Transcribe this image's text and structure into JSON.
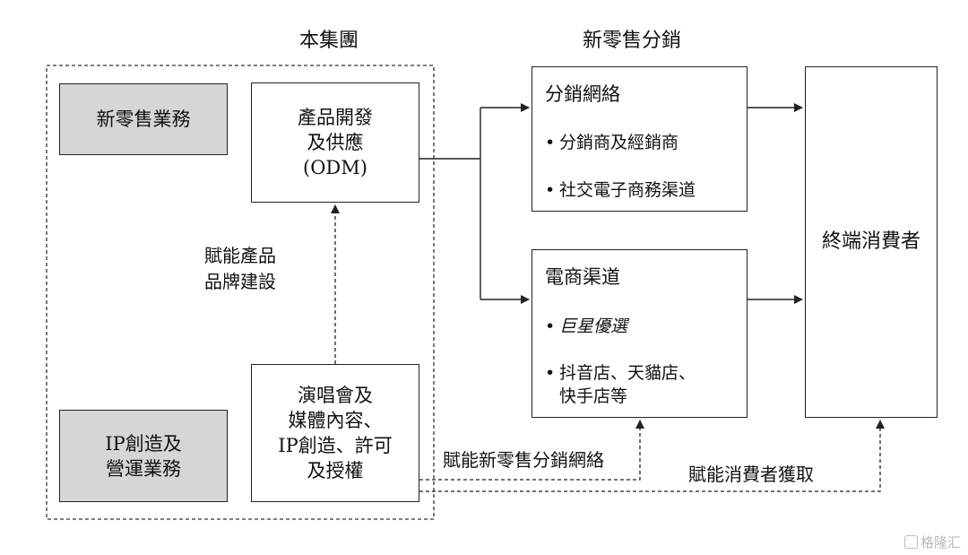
{
  "headers": {
    "group": "本集團",
    "retail": "新零售分銷"
  },
  "boxes": {
    "new_retail_business": "新零售業務",
    "ip_business": [
      "IP創造及",
      "營運業務"
    ],
    "product_dev": [
      "產品開發",
      "及供應",
      "(ODM)"
    ],
    "concert_media": [
      "演唱會及",
      "媒體內容、",
      "IP創造、許可",
      "及授權"
    ],
    "distribution_network": {
      "title": "分銷網絡",
      "items": [
        "分銷商及經銷商",
        "社交電子商務渠道"
      ]
    },
    "ecommerce_channels": {
      "title": "電商渠道",
      "items": [
        {
          "lines": [
            "巨星優選"
          ],
          "italic": true
        },
        {
          "lines": [
            "抖音店、天貓店、",
            "快手店等"
          ],
          "italic": false
        }
      ]
    },
    "end_consumer": "終端消費者"
  },
  "labels": {
    "empower_product": [
      "賦能產品",
      "品牌建設"
    ],
    "empower_network": "賦能新零售分銷網絡",
    "empower_consumer": "賦能消費者獲取"
  },
  "bullet_glyph": "•",
  "watermark": "格隆汇",
  "colors": {
    "box_gray": "#d6d6d6",
    "line": "#222222",
    "watermark": "#b9b9b9"
  }
}
